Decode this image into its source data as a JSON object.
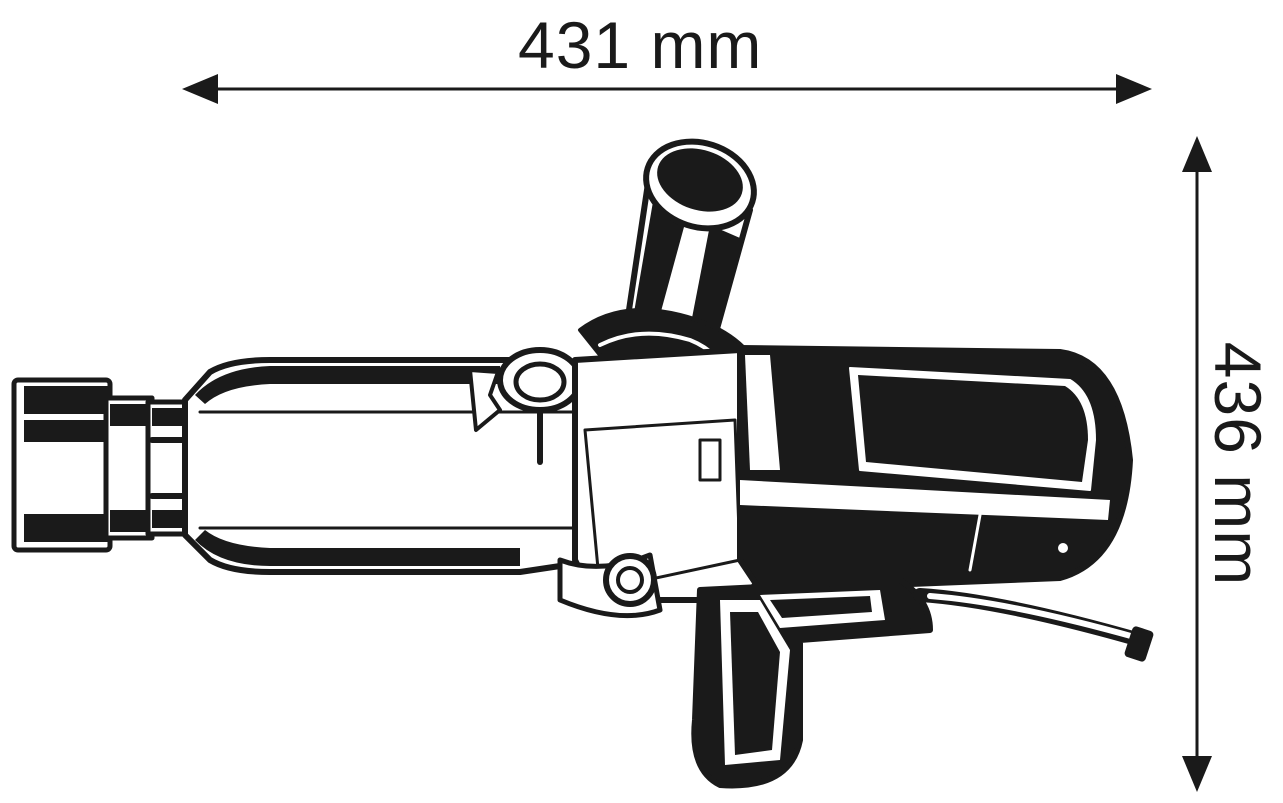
{
  "dimensions": {
    "width_label": "431 mm",
    "height_label": "436 mm"
  },
  "colors": {
    "ink": "#1a1a1a",
    "paper": "#ffffff"
  },
  "illustration": {
    "subject-icon": "impact-wrench-drawing"
  }
}
